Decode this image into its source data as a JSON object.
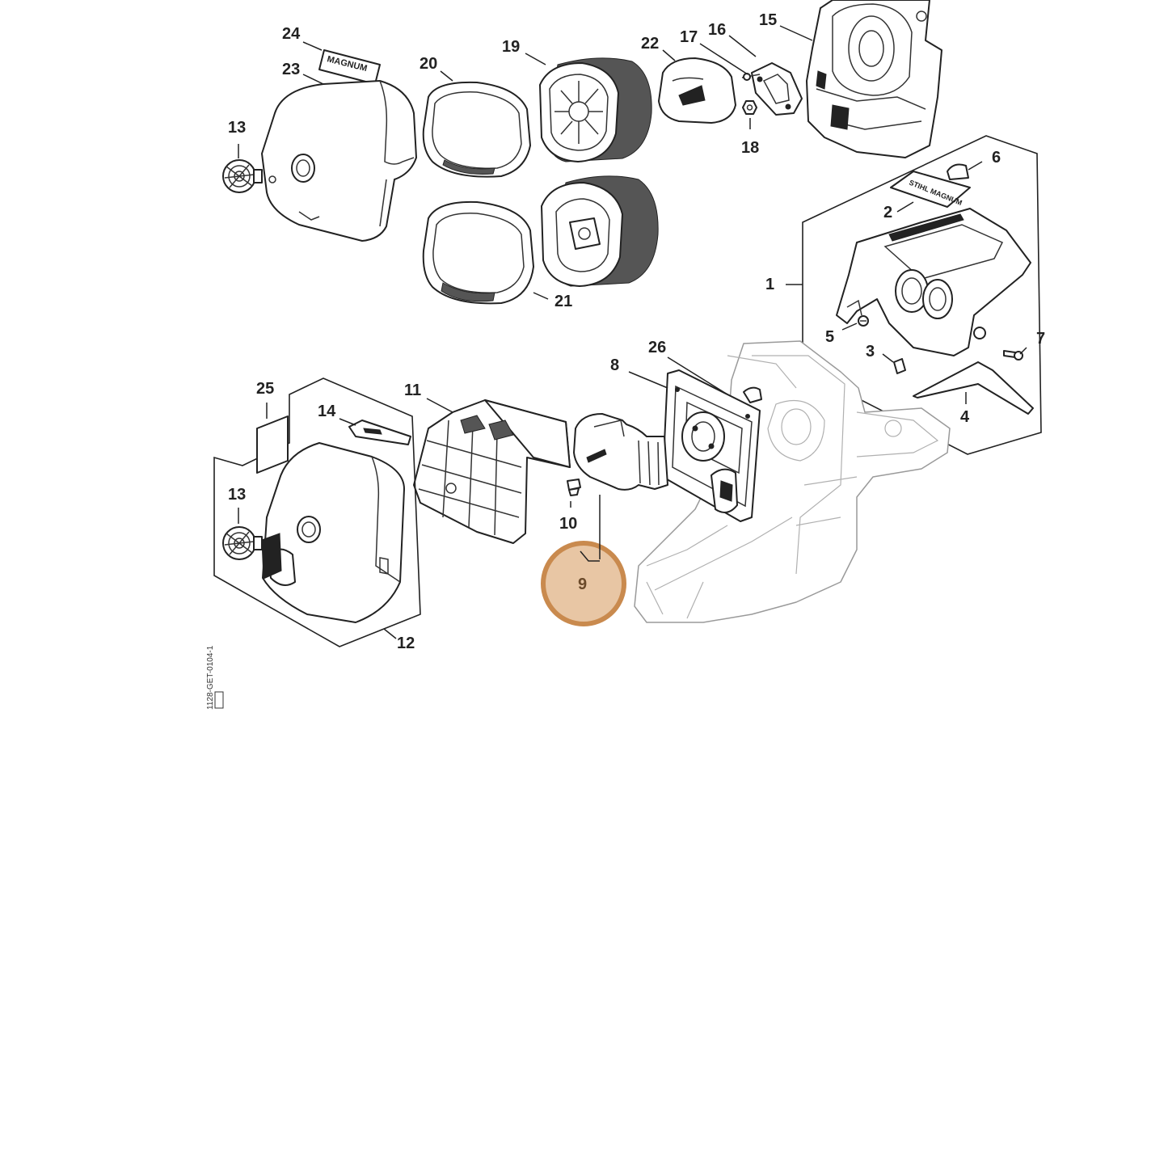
{
  "diagram": {
    "callouts": {
      "c1": "1",
      "c2": "2",
      "c3": "3",
      "c4": "4",
      "c5": "5",
      "c6": "6",
      "c7": "7",
      "c8": "8",
      "c9": "9",
      "c10": "10",
      "c11": "11",
      "c12": "12",
      "c13a": "13",
      "c13b": "13",
      "c14": "14",
      "c15": "15",
      "c16": "16",
      "c17": "17",
      "c18": "18",
      "c19": "19",
      "c20": "20",
      "c21": "21",
      "c22": "22",
      "c23": "23",
      "c24": "24",
      "c25": "25",
      "c26": "26"
    },
    "labels": {
      "magnum_decal": "MAGNUM",
      "stihl_decal": "STIHL MAGNUM"
    },
    "reference_code": "1128-GET-0104-1",
    "highlighted_part": "9",
    "colors": {
      "line": "#222222",
      "highlight_fill": "#e8c6a4",
      "highlight_stroke": "#c98a4e",
      "highlight_text": "#6b4a2a"
    }
  }
}
